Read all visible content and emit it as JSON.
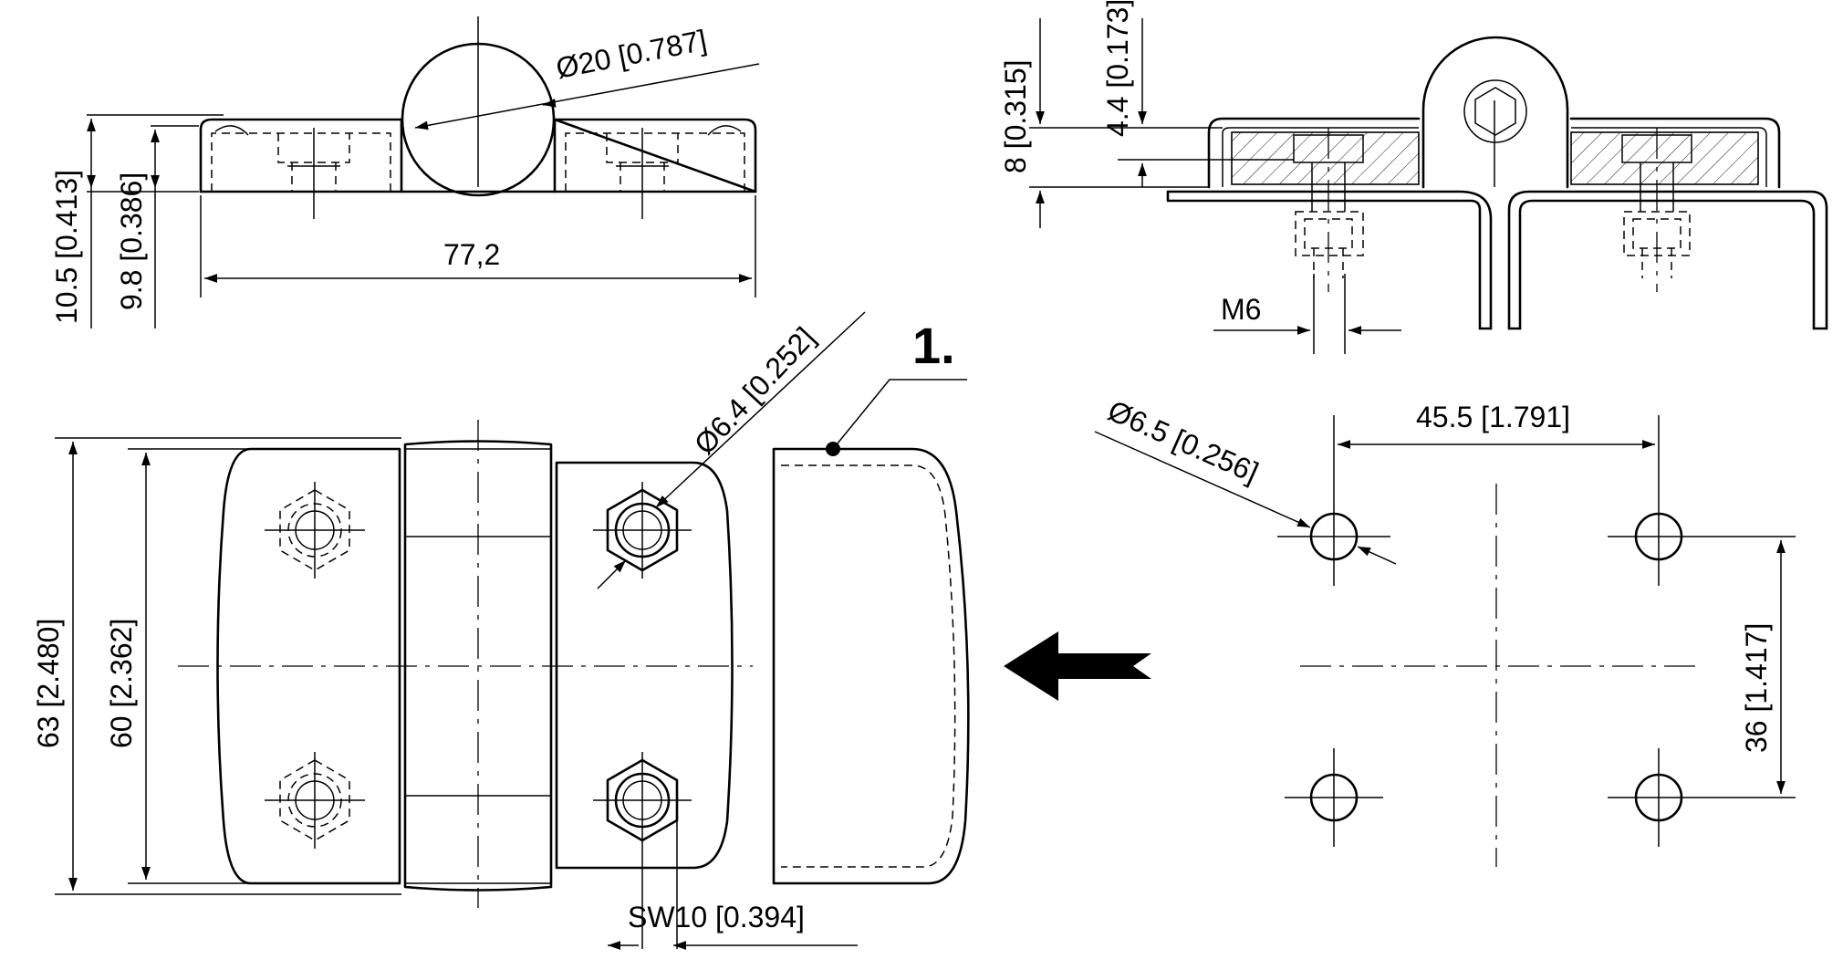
{
  "dimensions": {
    "top_diameter": "Ø20 [0.787]",
    "top_height_outer": "10.5 [0.413]",
    "top_height_inner": "9.8 [0.386]",
    "top_width": "77,2",
    "section_height_total": "8 [0.315]",
    "section_height_plate": "4.4 [0.173]",
    "thread": "M6",
    "hole_diameter": "Ø6.4 [0.252]",
    "overall_height": "63 [2.480]",
    "inner_height": "60 [2.362]",
    "wrench_size": "SW10 [0.394]",
    "pattern_hole_diameter": "Ø6.5 [0.256]",
    "pattern_horizontal": "45.5 [1.791]",
    "pattern_vertical": "36 [1.417]"
  },
  "callout": "1."
}
